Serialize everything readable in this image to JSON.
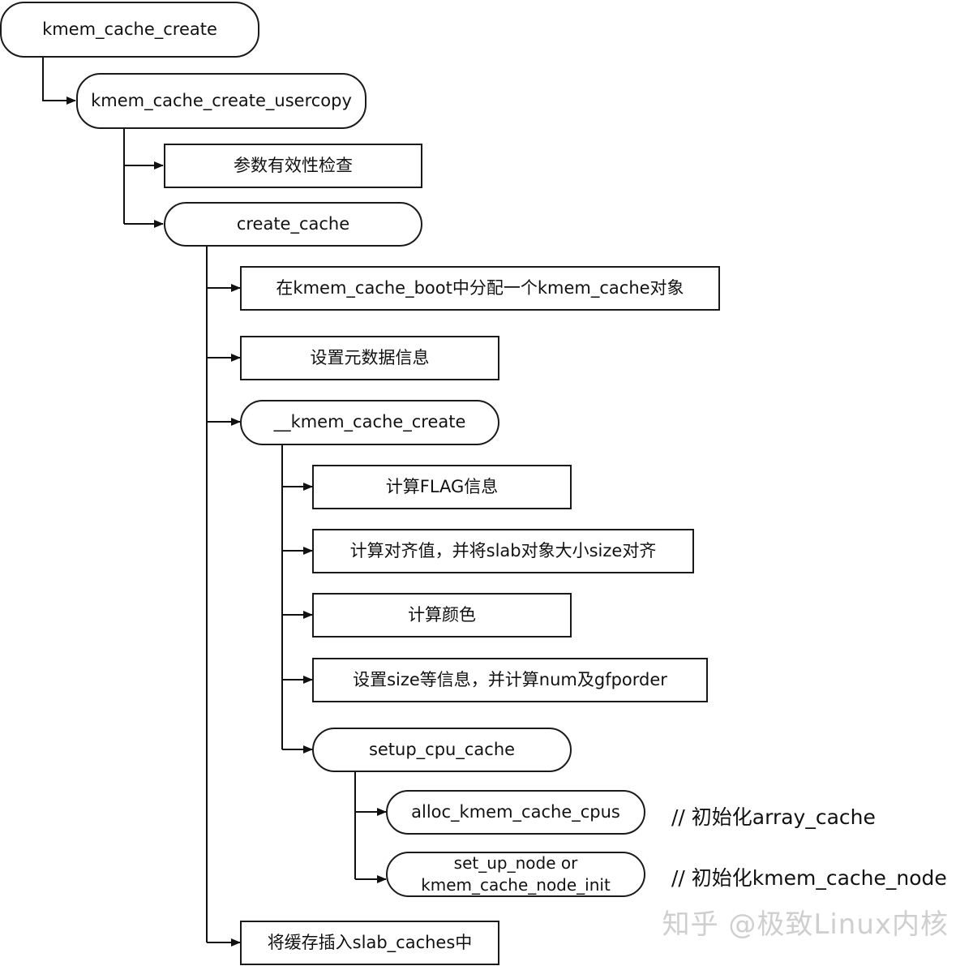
{
  "nodes": {
    "kmem_cache_create": "kmem_cache_create",
    "kmem_cache_create_usercopy": "kmem_cache_create_usercopy",
    "param_check": "参数有效性检查",
    "create_cache": "create_cache",
    "alloc_in_boot": "在kmem_cache_boot中分配一个kmem_cache对象",
    "set_metadata": "设置元数据信息",
    "__kmem_cache_create": "__kmem_cache_create",
    "calc_flag": "计算FLAG信息",
    "calc_align": "计算对齐值，并将slab对象大小size对齐",
    "calc_color": "计算颜色",
    "set_size": "设置size等信息，并计算num及gfporder",
    "setup_cpu_cache": "setup_cpu_cache",
    "alloc_kmem_cache_cpus": "alloc_kmem_cache_cpus",
    "set_up_node_line1": "set_up_node or",
    "set_up_node_line2": "kmem_cache_node_init",
    "insert_slab_caches": "将缓存插入slab_caches中"
  },
  "notes": {
    "alloc_cpus_note": "// 初始化array_cache",
    "set_up_node_note": "// 初始化kmem_cache_node"
  },
  "watermark": "知乎 @极致Linux内核"
}
